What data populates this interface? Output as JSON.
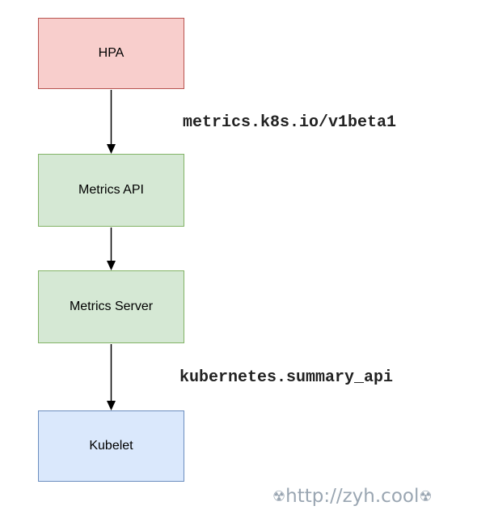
{
  "diagram": {
    "nodes": [
      {
        "id": "hpa",
        "label": "HPA",
        "fill": "#f8cecc",
        "stroke": "#b85450"
      },
      {
        "id": "metrics-api",
        "label": "Metrics API",
        "fill": "#d5e8d4",
        "stroke": "#82b366"
      },
      {
        "id": "metrics-server",
        "label": "Metrics Server",
        "fill": "#d5e8d4",
        "stroke": "#82b366"
      },
      {
        "id": "kubelet",
        "label": "Kubelet",
        "fill": "#dae8fc",
        "stroke": "#6c8ebf"
      }
    ],
    "edges": [
      {
        "from": "hpa",
        "to": "metrics-api",
        "label": "metrics.k8s.io/v1beta1"
      },
      {
        "from": "metrics-api",
        "to": "metrics-server",
        "label": ""
      },
      {
        "from": "metrics-server",
        "to": "kubelet",
        "label": "kubernetes.summary_api"
      }
    ]
  },
  "watermark": {
    "text": "http://zyh.cool",
    "icon": "radiation-icon"
  }
}
